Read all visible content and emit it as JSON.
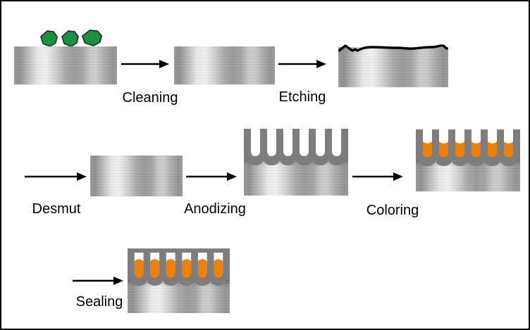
{
  "diagram": {
    "type": "process-flow",
    "background": "#ffffff",
    "colors": {
      "contaminant_green": "#169240",
      "contaminant_outline": "#2f2f2f",
      "oxide_gray": "#7d7d7d",
      "dye_orange": "#ee8200",
      "ink_black": "#000000"
    },
    "process_steps": [
      {
        "id": "cleaning",
        "label": "Cleaning"
      },
      {
        "id": "etching",
        "label": "Etching"
      },
      {
        "id": "desmut",
        "label": "Desmut"
      },
      {
        "id": "anodizing",
        "label": "Anodizing"
      },
      {
        "id": "coloring",
        "label": "Coloring"
      },
      {
        "id": "sealing",
        "label": "Sealing"
      }
    ]
  }
}
